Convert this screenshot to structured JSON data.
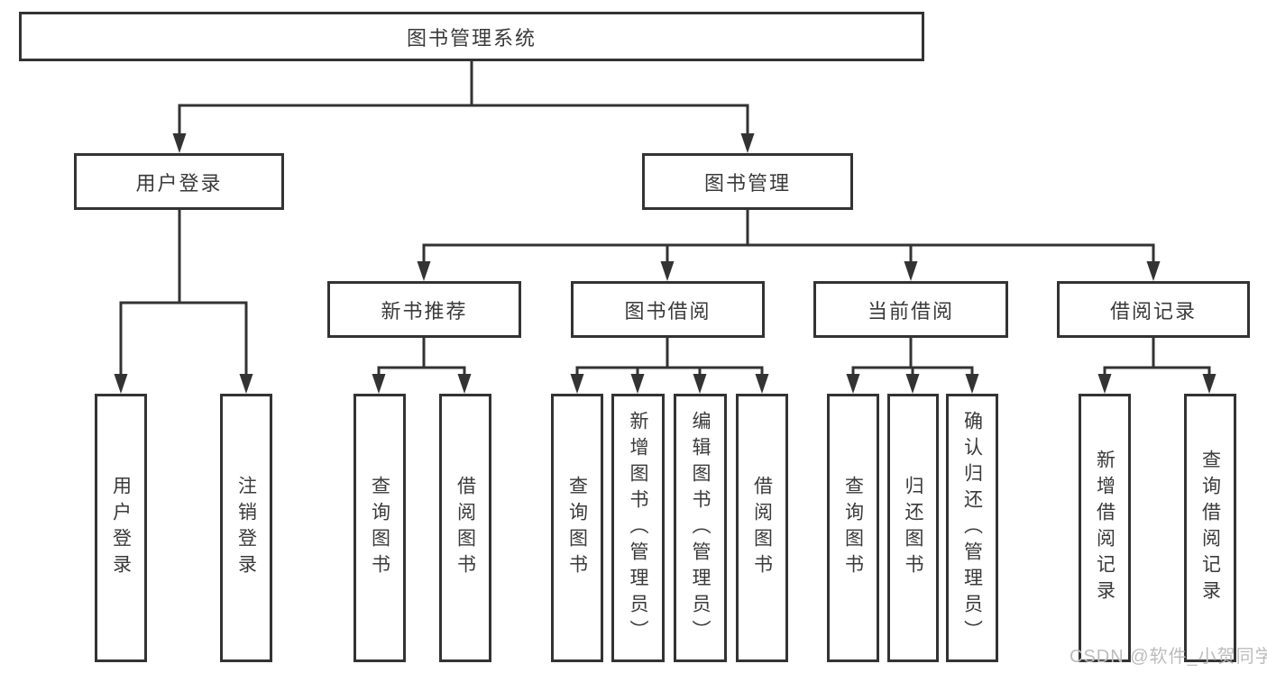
{
  "diagram": {
    "root": {
      "label": "图书管理系统"
    },
    "branches": [
      {
        "label": "用户登录",
        "children": [
          {
            "label": "用户登录"
          },
          {
            "label": "注销登录"
          }
        ]
      },
      {
        "label": "图书管理",
        "children": [
          {
            "label": "新书推荐",
            "children": [
              {
                "label": "查询图书"
              },
              {
                "label": "借阅图书"
              }
            ]
          },
          {
            "label": "图书借阅",
            "children": [
              {
                "label": "查询图书"
              },
              {
                "label": "新增图书（管理员）"
              },
              {
                "label": "编辑图书（管理员）"
              },
              {
                "label": "借阅图书"
              }
            ]
          },
          {
            "label": "当前借阅",
            "children": [
              {
                "label": "查询图书"
              },
              {
                "label": "归还图书"
              },
              {
                "label": "确认归还（管理员）"
              }
            ]
          },
          {
            "label": "借阅记录",
            "children": [
              {
                "label": "新增借阅记录"
              },
              {
                "label": "查询借阅记录"
              }
            ]
          }
        ]
      }
    ],
    "watermark": "CSDN @软件_小贺同学",
    "colors": {
      "line": "#333333",
      "box_border": "#333333",
      "text": "#3a3a3a",
      "watermark": "#bcbcbc",
      "background": "#ffffff"
    }
  }
}
